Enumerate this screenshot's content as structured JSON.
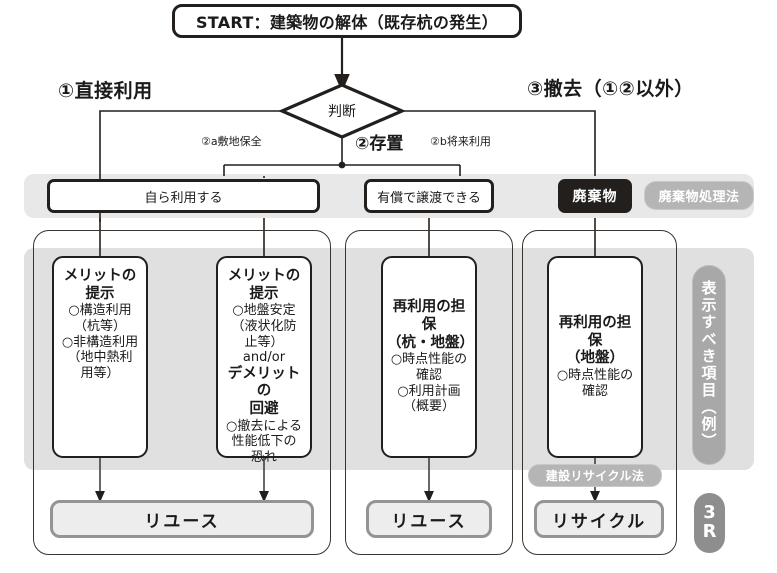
{
  "start": {
    "label": "START：建築物の解体（既存杭の発生）"
  },
  "decision": {
    "label": "判断"
  },
  "branches": {
    "direct_use": "①直接利用",
    "removal": "③撤去（①②以外）",
    "retain": "②存置",
    "sub_a": "②a敷地保全",
    "sub_b": "②b将来利用"
  },
  "row1": {
    "self_use": "自ら利用する",
    "paid_transfer": "有償で譲渡できる",
    "waste": "廃棄物",
    "waste_law": "廃棄物処理法"
  },
  "cards": [
    {
      "title": "メリットの\n提示",
      "items": [
        "○構造利用",
        "（杭等）",
        "○非構造利用",
        "（地中熱利",
        "用等）"
      ],
      "mid": "",
      "mid_title": "",
      "items2": []
    },
    {
      "title": "メリットの\n提示",
      "items": [
        "○地盤安定",
        "（液状化防",
        "止等）"
      ],
      "mid": "and/or",
      "mid_title": "デメリットの\n回避",
      "items2": [
        "○撤去による",
        "性能低下の",
        "恐れ"
      ]
    },
    {
      "title": "再利用の担保\n（杭・地盤）",
      "items": [
        "○時点性能の",
        "確認",
        "○利用計画",
        "（概要）"
      ],
      "mid": "",
      "mid_title": "",
      "items2": []
    },
    {
      "title": "再利用の担保\n（地盤）",
      "items": [
        "○時点性能の",
        "確認"
      ],
      "mid": "",
      "mid_title": "",
      "items2": []
    }
  ],
  "outcomes": {
    "reuse_left": "リユース",
    "reuse_mid": "リユース",
    "recycle": "リサイクル"
  },
  "labels": {
    "construction_recycle_law": "建設リサイクル法",
    "right_rail": "表示すべき項目（例）",
    "badge_3r_top": "3",
    "badge_3r_bottom": "R"
  },
  "colors": {
    "ink": "#231f1c",
    "band": "#e8e8e8",
    "panel": "#e0e0e0",
    "gray_pill": "#b5b5b5",
    "outcome_border": "#949494",
    "outcome_fill": "#ededed"
  }
}
